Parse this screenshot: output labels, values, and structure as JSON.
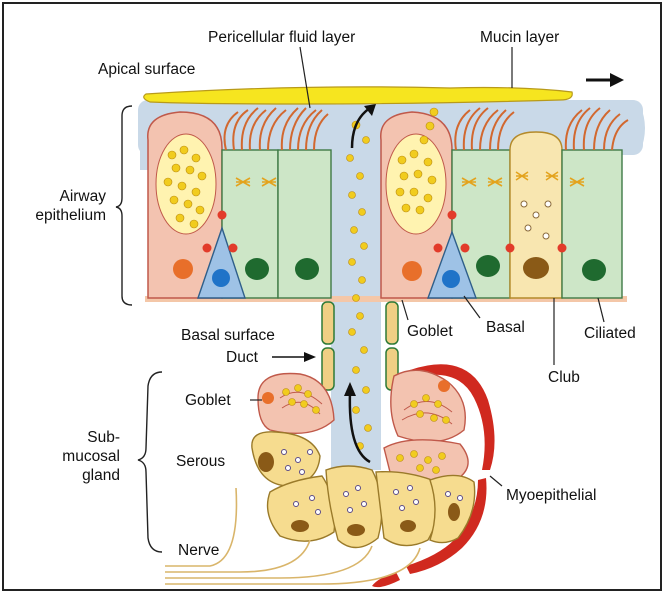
{
  "figure": {
    "labels": {
      "pericellular": "Pericellular fluid layer",
      "mucin": "Mucin layer",
      "apical": "Apical surface",
      "airway_line1": "Airway",
      "airway_line2": "epithelium",
      "basal_surface": "Basal surface",
      "duct": "Duct",
      "goblet_epi": "Goblet",
      "basal": "Basal",
      "ciliated": "Ciliated",
      "club": "Club",
      "goblet_gland": "Goblet",
      "sub_line1": "Sub-",
      "sub_line2": "mucosal",
      "sub_line3": "gland",
      "serous": "Serous",
      "myoepithelial": "Myoepithelial",
      "nerve": "Nerve"
    },
    "colors": {
      "border": "#222222",
      "mucin_yellow": "#f6e51f",
      "fluid_blue": "#c9d9e8",
      "goblet_pink": "#f3c3b0",
      "ciliated_green": "#cde6c7",
      "club_cream": "#f8e6b0",
      "basal_blue": "#9ec2e6",
      "nucleus_blue": "#1f73c8",
      "nucleus_green": "#1f6a2f",
      "nucleus_brown": "#8a5a17",
      "nucleus_orange": "#e86f2a",
      "junction_red": "#e23b2a",
      "cilia_orange": "#d2682f",
      "myo_red": "#d0291f",
      "serous_yellow": "#f6dc8f",
      "nerve_tan": "#d9b56a"
    }
  }
}
